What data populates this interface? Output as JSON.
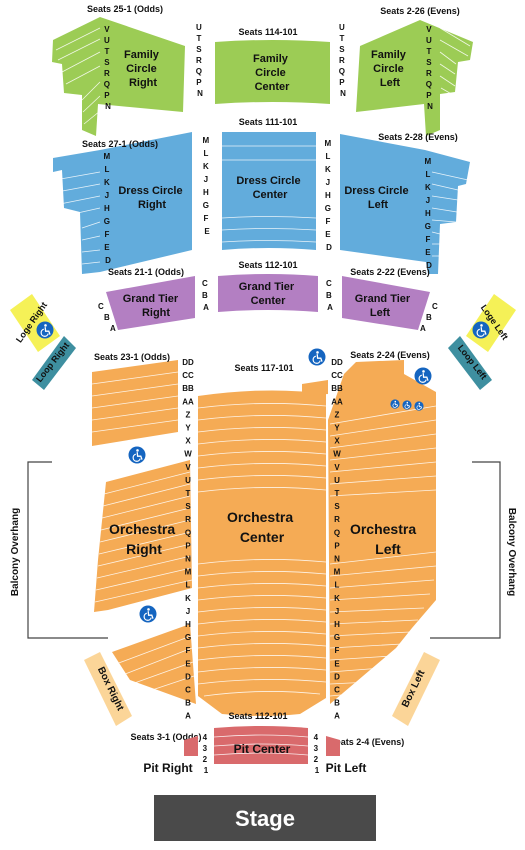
{
  "colors": {
    "family_circle": "#9ccc55",
    "dress_circle": "#62acdc",
    "grand_tier": "#b37fc2",
    "orchestra": "#f5ab55",
    "box": "#fbd598",
    "loge": "#f5f157",
    "loop": "#3e8fa0",
    "pit": "#d96a6c",
    "stage": "#4a4a4a",
    "wheelchair": "#1565c0"
  },
  "icons": [
    "wheelchair-icon"
  ],
  "family_circle": {
    "right": {
      "label": [
        "Family",
        "Circle",
        "Right"
      ],
      "seats": "Seats 25-1 (Odds)"
    },
    "center": {
      "label": [
        "Family",
        "Circle",
        "Center"
      ],
      "seats": "Seats 114-101"
    },
    "left": {
      "label": [
        "Family",
        "Circle",
        "Left"
      ],
      "seats": "Seats 2-26 (Evens)"
    },
    "rows": [
      "V",
      "U",
      "T",
      "S",
      "R",
      "Q",
      "P",
      "N"
    ],
    "center_rows": [
      "U",
      "T",
      "S",
      "R",
      "Q",
      "P",
      "N"
    ]
  },
  "dress_circle": {
    "right": {
      "label": [
        "Dress Circle",
        "Right"
      ],
      "seats": "Seats 27-1 (Odds)"
    },
    "center": {
      "label": [
        "Dress Circle",
        "Center"
      ],
      "seats": "Seats 111-101"
    },
    "left": {
      "label": [
        "Dress Circle",
        "Left"
      ],
      "seats": "Seats 2-28 (Evens)"
    },
    "side_rows": [
      "M",
      "L",
      "K",
      "J",
      "H",
      "G",
      "F",
      "E",
      "D"
    ],
    "center_rows": [
      "M",
      "L",
      "K",
      "J",
      "H",
      "G",
      "F",
      "E"
    ]
  },
  "grand_tier": {
    "right": {
      "label": [
        "Grand Tier",
        "Right"
      ],
      "seats": "Seats 21-1 (Odds)"
    },
    "center": {
      "label": [
        "Grand Tier",
        "Center"
      ],
      "seats": "Seats 112-101"
    },
    "left": {
      "label": [
        "Grand Tier",
        "Left"
      ],
      "seats": "Seats 2-22 (Evens)"
    },
    "rows": [
      "C",
      "B",
      "A"
    ]
  },
  "loge_right": "Loge Right",
  "loge_left": "Loge Left",
  "loop_right": "Loop Right",
  "loop_left": "Loop Left",
  "orchestra": {
    "right": {
      "label": [
        "Orchestra",
        "Right"
      ],
      "seats": "Seats 23-1 (Odds)"
    },
    "center": {
      "label": [
        "Orchestra",
        "Center"
      ],
      "seats": "Seats 117-101"
    },
    "left": {
      "label": [
        "Orchestra",
        "Left"
      ],
      "seats": "Seats 2-24 (Evens)"
    },
    "rows_top": [
      "DD",
      "CC",
      "BB",
      "AA"
    ],
    "rows": [
      "Z",
      "Y",
      "X",
      "W",
      "V",
      "U",
      "T",
      "S",
      "R",
      "Q",
      "P",
      "N",
      "M",
      "L",
      "K",
      "J",
      "H",
      "G",
      "F",
      "E",
      "D",
      "C",
      "B",
      "A"
    ]
  },
  "balcony_overhang": "Balcony Overhang",
  "box_right": "Box Right",
  "box_left": "Box Left",
  "pit": {
    "center_label": "Pit Center",
    "center_seats": "Seats 112-101",
    "right_label": "Pit Right",
    "right_seats": "Seats 3-1 (Odds)",
    "left_label": "Pit Left",
    "left_seats": "Seats 2-4 (Evens)",
    "rows": [
      "4",
      "3",
      "2",
      "1"
    ]
  },
  "stage": "Stage"
}
